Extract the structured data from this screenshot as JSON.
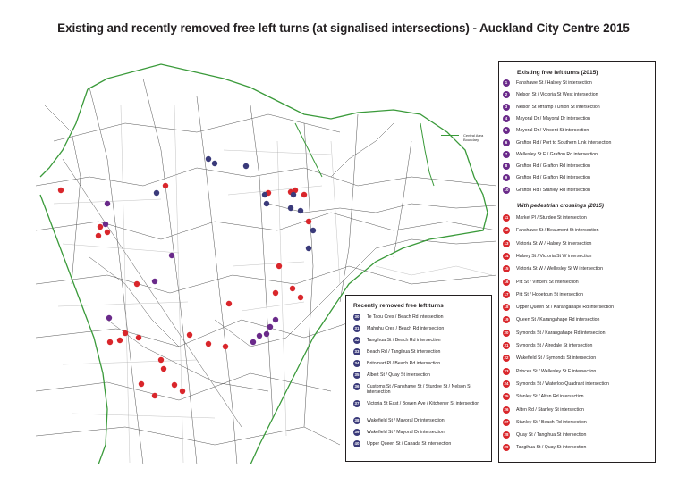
{
  "title": "Existing and recently removed free left turns (at signalised intersections) - Auckland City Centre 2015",
  "colors": {
    "existing": "#6a2a8a",
    "pedestrian": "#d9262b",
    "removed": "#3a3a7a",
    "boundary": "#3a9a3a"
  },
  "map": {
    "boundary_label": "Central Area Boundary"
  },
  "existing_panel": {
    "heading": "Existing free left turns (2015)",
    "items": [
      {
        "num": "1",
        "label": "Fanshawe St / Halsey St intersection"
      },
      {
        "num": "2",
        "label": "Nelson St / Victoria St West intersection"
      },
      {
        "num": "3",
        "label": "Nelson St offramp / Union St intersection"
      },
      {
        "num": "4",
        "label": "Mayoral Dr / Mayoral Dr intersection"
      },
      {
        "num": "5",
        "label": "Mayoral Dr / Vincent St intersection"
      },
      {
        "num": "6",
        "label": "Grafton Rd / Port to Southern Link intersection"
      },
      {
        "num": "7",
        "label": "Wellesley St E / Grafton Rd intersection"
      },
      {
        "num": "8",
        "label": "Grafton Rd / Grafton Rd intersection"
      },
      {
        "num": "9",
        "label": "Grafton Rd / Grafton Rd intersection"
      },
      {
        "num": "10",
        "label": "Grafton Rd / Stanley Rd intersection"
      }
    ],
    "subheading": "With pedestrian crossings (2015)",
    "ped_items": [
      {
        "num": "11",
        "label": "Market Pl / Sturdee St intersection"
      },
      {
        "num": "12",
        "label": "Fanshawe St / Beaumont St intersection"
      },
      {
        "num": "13",
        "label": "Victoria St W / Halsey St intersection"
      },
      {
        "num": "14",
        "label": "Halsey St / Victoria St W intersection"
      },
      {
        "num": "15",
        "label": "Victoria St W / Wellesley St W intersection"
      },
      {
        "num": "16",
        "label": "Pitt St / Vincent St intersection"
      },
      {
        "num": "17",
        "label": "Pitt St / Hopetoun St intersection"
      },
      {
        "num": "18",
        "label": "Upper Queen St / Karangahape Rd intersection"
      },
      {
        "num": "19",
        "label": "Queen St / Karangahape Rd intersection"
      },
      {
        "num": "20",
        "label": "Symonds St / Karangahape Rd intersection"
      },
      {
        "num": "21",
        "label": "Symonds St / Airedale St intersection"
      },
      {
        "num": "22",
        "label": "Wakefield St / Symonds St intersection"
      },
      {
        "num": "23",
        "label": "Princes St / Wellesley St E intersection"
      },
      {
        "num": "24",
        "label": "Symonds St / Waterloo Quadrant intersection"
      },
      {
        "num": "25",
        "label": "Stanley St / Alten Rd intersection"
      },
      {
        "num": "26",
        "label": "Alten Rd / Stanley St intersection"
      },
      {
        "num": "27",
        "label": "Stanley St / Beach Rd intersection"
      },
      {
        "num": "28",
        "label": "Quay St / Tangihua St intersection"
      },
      {
        "num": "29",
        "label": "Tangihua St / Quay St intersection"
      }
    ]
  },
  "removed_panel": {
    "heading": "Recently removed free left turns",
    "items": [
      {
        "num": "30",
        "label": "Te Taou Cres / Beach Rd intersection"
      },
      {
        "num": "31",
        "label": "Mahuhu Cres / Beach Rd intersection"
      },
      {
        "num": "32",
        "label": "Tangihua St / Beach Rd intersection"
      },
      {
        "num": "33",
        "label": "Beach Rd / Tangihua St intersection"
      },
      {
        "num": "34",
        "label": "Britomart Pl / Beach Rd intersection"
      },
      {
        "num": "35",
        "label": "Albert St / Quay St intersection"
      },
      {
        "num": "36",
        "label": "Customs St / Fanshawe St / Sturdee St / Nelson St intersection"
      },
      {
        "num": "37",
        "label": "Victoria St East / Bowen Ave / Kitchener St intersection"
      },
      {
        "num": "38",
        "label": "Wakefield St / Mayoral Dr intersection"
      },
      {
        "num": "39",
        "label": "Wakefield St / Mayoral Dr intersection"
      },
      {
        "num": "40",
        "label": "Upper Queen St / Canada St intersection"
      }
    ]
  }
}
